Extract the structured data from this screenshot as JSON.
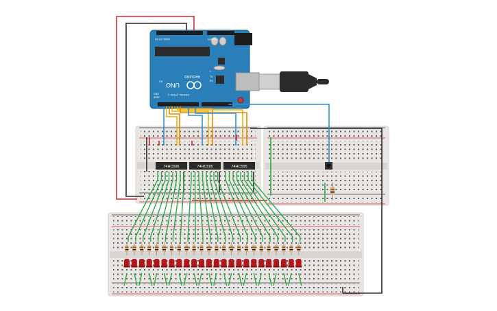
{
  "arduino": {
    "model": "UNO",
    "brand_text": "ARDUINO",
    "header_digital": "DIGITAL (PWM~)",
    "header_power": "POWER",
    "header_analog": "ANALOG IN",
    "label_aref": "AREF",
    "label_gnd": "GND",
    "label_tx": "TX",
    "label_rx": "RX",
    "label_l": "L",
    "label_on": "ON",
    "board_color": "#2a7fb8"
  },
  "chips": [
    {
      "label": "74HC595"
    },
    {
      "label": "74HC595"
    },
    {
      "label": "74HC595"
    }
  ],
  "led_count": 24,
  "colors": {
    "wire_red": "#d62b2b",
    "wire_black": "#2a2a2a",
    "wire_blue": "#2e8fd0",
    "wire_yellow": "#e8b400",
    "wire_orange": "#e88a00",
    "wire_green": "#2ea84a",
    "led_red": "#b3161b",
    "breadboard": "#e9e6e3"
  },
  "icons": {
    "usb": "usb-cable-icon",
    "button": "push-button-icon",
    "resistor": "resistor-icon",
    "led": "led-icon"
  }
}
